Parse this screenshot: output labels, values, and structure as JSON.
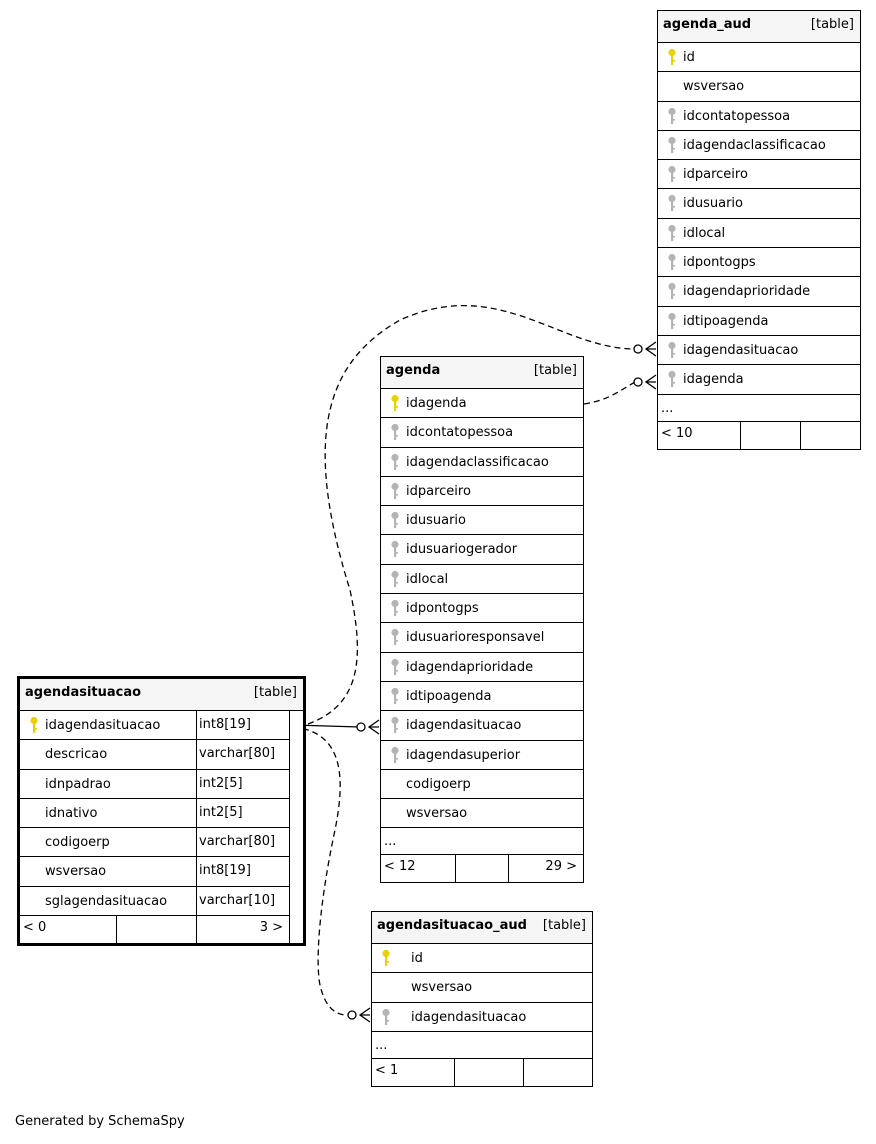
{
  "tables": [
    {
      "id": "agenda_aud",
      "name": "agenda_aud",
      "tag": "[table]",
      "focus": false,
      "columns": [
        {
          "name": "id",
          "key": "primary"
        },
        {
          "name": "wsversao",
          "key": "none"
        },
        {
          "name": "idcontatopessoa",
          "key": "foreign"
        },
        {
          "name": "idagendaclassificacao",
          "key": "foreign"
        },
        {
          "name": "idparceiro",
          "key": "foreign"
        },
        {
          "name": "idusuario",
          "key": "foreign"
        },
        {
          "name": "idlocal",
          "key": "foreign"
        },
        {
          "name": "idpontogps",
          "key": "foreign"
        },
        {
          "name": "idagendaprioridade",
          "key": "foreign"
        },
        {
          "name": "idtipoagenda",
          "key": "foreign"
        },
        {
          "name": "idagendasituacao",
          "key": "foreign"
        },
        {
          "name": "idagenda",
          "key": "foreign"
        }
      ],
      "more": "...",
      "footer": {
        "left": "< 10",
        "right": ""
      }
    },
    {
      "id": "agenda",
      "name": "agenda",
      "tag": "[table]",
      "focus": false,
      "columns": [
        {
          "name": "idagenda",
          "key": "primary"
        },
        {
          "name": "idcontatopessoa",
          "key": "foreign"
        },
        {
          "name": "idagendaclassificacao",
          "key": "foreign"
        },
        {
          "name": "idparceiro",
          "key": "foreign"
        },
        {
          "name": "idusuario",
          "key": "foreign"
        },
        {
          "name": "idusuariogerador",
          "key": "foreign"
        },
        {
          "name": "idlocal",
          "key": "foreign"
        },
        {
          "name": "idpontogps",
          "key": "foreign"
        },
        {
          "name": "idusuarioresponsavel",
          "key": "foreign"
        },
        {
          "name": "idagendaprioridade",
          "key": "foreign"
        },
        {
          "name": "idtipoagenda",
          "key": "foreign"
        },
        {
          "name": "idagendasituacao",
          "key": "foreign"
        },
        {
          "name": "idagendasuperior",
          "key": "foreign"
        },
        {
          "name": "codigoerp",
          "key": "none"
        },
        {
          "name": "wsversao",
          "key": "none"
        }
      ],
      "more": "...",
      "footer": {
        "left": "< 12",
        "right": "29 >"
      }
    },
    {
      "id": "agendasituacao",
      "name": "agendasituacao",
      "tag": "[table]",
      "focus": true,
      "columns": [
        {
          "name": "idagendasituacao",
          "key": "primary",
          "type": "int8[19]"
        },
        {
          "name": "descricao",
          "key": "none",
          "type": "varchar[80]"
        },
        {
          "name": "idnpadrao",
          "key": "none",
          "type": "int2[5]"
        },
        {
          "name": "idnativo",
          "key": "none",
          "type": "int2[5]"
        },
        {
          "name": "codigoerp",
          "key": "none",
          "type": "varchar[80]"
        },
        {
          "name": "wsversao",
          "key": "none",
          "type": "int8[19]"
        },
        {
          "name": "sglagendasituacao",
          "key": "none",
          "type": "varchar[10]"
        }
      ],
      "footer": {
        "left": "< 0",
        "right": "3 >"
      }
    },
    {
      "id": "agendasituacao_aud",
      "name": "agendasituacao_aud",
      "tag": "[table]",
      "focus": false,
      "columns": [
        {
          "name": "id",
          "key": "primary"
        },
        {
          "name": "wsversao",
          "key": "none"
        },
        {
          "name": "idagendasituacao",
          "key": "foreign"
        }
      ],
      "more": "...",
      "footer": {
        "left": "< 1",
        "right": ""
      }
    }
  ],
  "colors": {
    "primary_key": "#e6d200",
    "foreign_key": "#b4b4b4",
    "header_bg": "#f5f5f5"
  },
  "footer_text": "Generated by SchemaSpy"
}
